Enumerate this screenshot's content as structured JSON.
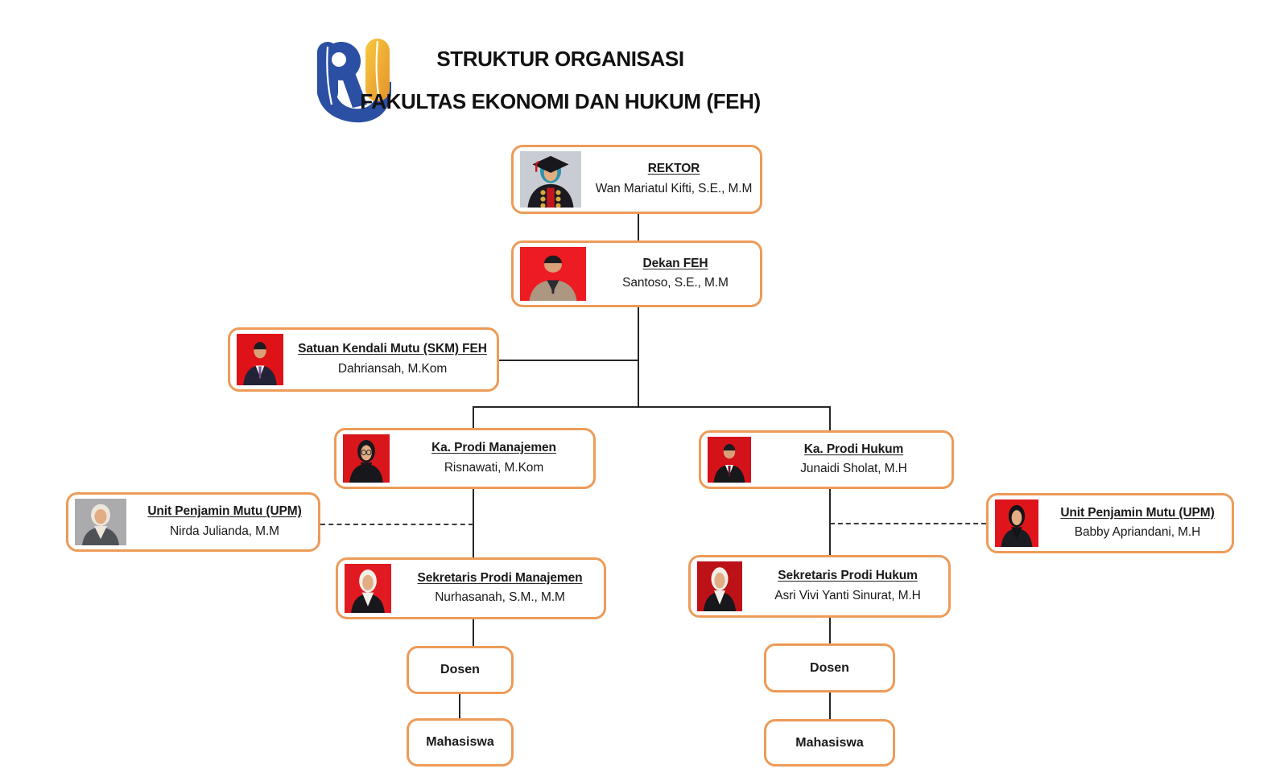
{
  "header": {
    "title_line1": "STRUKTUR ORGANISASI",
    "title_line2": "FAKULTAS EKONOMI DAN HUKUM (FEH)"
  },
  "logo": {
    "monogram": "RU",
    "blue": "#2B4FA3",
    "gold_top": "#F7C93F",
    "gold_bottom": "#E6932A"
  },
  "colors": {
    "box_border": "#ED9B58",
    "connector": "#262626",
    "dashed_connector": "#3A3A3A",
    "text": "#1A1A1A",
    "photo_red": "#E31B1F"
  },
  "nodes": {
    "rektor": {
      "title": "REKTOR",
      "name": "Wan Mariatul Kifti, S.E., M.M",
      "photo": {
        "variant": "toga",
        "bg": "#C9CCD2",
        "headwear": "#2E93AC",
        "garment": "#1A1A20",
        "skin": "#E2AD83",
        "accent": "#C3161E",
        "gold": "#D9A83E"
      }
    },
    "dekan": {
      "title": "Dekan FEH",
      "name": "Santoso, S.E., M.M",
      "photo": {
        "variant": "suit",
        "bg": "#EC1C22",
        "garment": "#AD9780",
        "inner": "#2B2B33",
        "tie": "#2B2B33",
        "skin": "#D9A078"
      }
    },
    "skm": {
      "title": "Satuan Kendali Mutu (SKM) FEH",
      "name": "Dahriansah, M.Kom",
      "photo": {
        "variant": "suit",
        "bg": "#DF1218",
        "garment": "#232337",
        "inner": "#FFFFFF",
        "tie": "#7B4F92",
        "skin": "#D9A078"
      }
    },
    "ka_manajemen": {
      "title": "Ka. Prodi Manajemen",
      "name": "Risnawati, M.Kom",
      "photo": {
        "variant": "hijab",
        "bg": "#D8161C",
        "headwear": "#17171C",
        "garment": "#17171C",
        "skin": "#E2AD83",
        "glasses": true
      }
    },
    "ka_hukum": {
      "title": "Ka. Prodi Hukum",
      "name": "Junaidi Sholat, M.H",
      "photo": {
        "variant": "suit",
        "bg": "#D3121A",
        "garment": "#17171C",
        "inner": "#FFFFFF",
        "tie": "#6B1420",
        "skin": "#D9A078"
      }
    },
    "upm_manajemen": {
      "title": "Unit Penjamin Mutu (UPM)",
      "name": "Nirda Julianda, M.M",
      "photo": {
        "variant": "hijab",
        "bg": "#ABABAE",
        "headwear": "#EDE7DB",
        "garment": "#4E5257",
        "skin": "#E2AD83",
        "glasses": false
      }
    },
    "upm_hukum": {
      "title": "Unit Penjamin Mutu (UPM)",
      "name": "Babby Apriandani, M.H",
      "photo": {
        "variant": "hijab",
        "bg": "#E0151C",
        "headwear": "#141418",
        "garment": "#1B1B22",
        "skin": "#E2AD83",
        "glasses": false
      }
    },
    "sek_manajemen": {
      "title": "Sekretaris Prodi Manajemen",
      "name": "Nurhasanah, S.M., M.M",
      "photo": {
        "variant": "hijab",
        "bg": "#E01A20",
        "headwear": "#F2EFE8",
        "garment": "#17171C",
        "skin": "#E2AD83",
        "glasses": false
      }
    },
    "sek_hukum": {
      "title": "Sekretaris Prodi Hukum",
      "name": "Asri Vivi Yanti Sinurat, M.H",
      "photo": {
        "variant": "hijab",
        "bg": "#BC1217",
        "headwear": "#F2EFE8",
        "garment": "#17171C",
        "skin": "#E2AD83",
        "glasses": false
      }
    },
    "dosen_manajemen": {
      "label": "Dosen"
    },
    "mahasiswa_manajemen": {
      "label": "Mahasiswa"
    },
    "dosen_hukum": {
      "label": "Dosen"
    },
    "mahasiswa_hukum": {
      "label": "Mahasiswa"
    }
  }
}
